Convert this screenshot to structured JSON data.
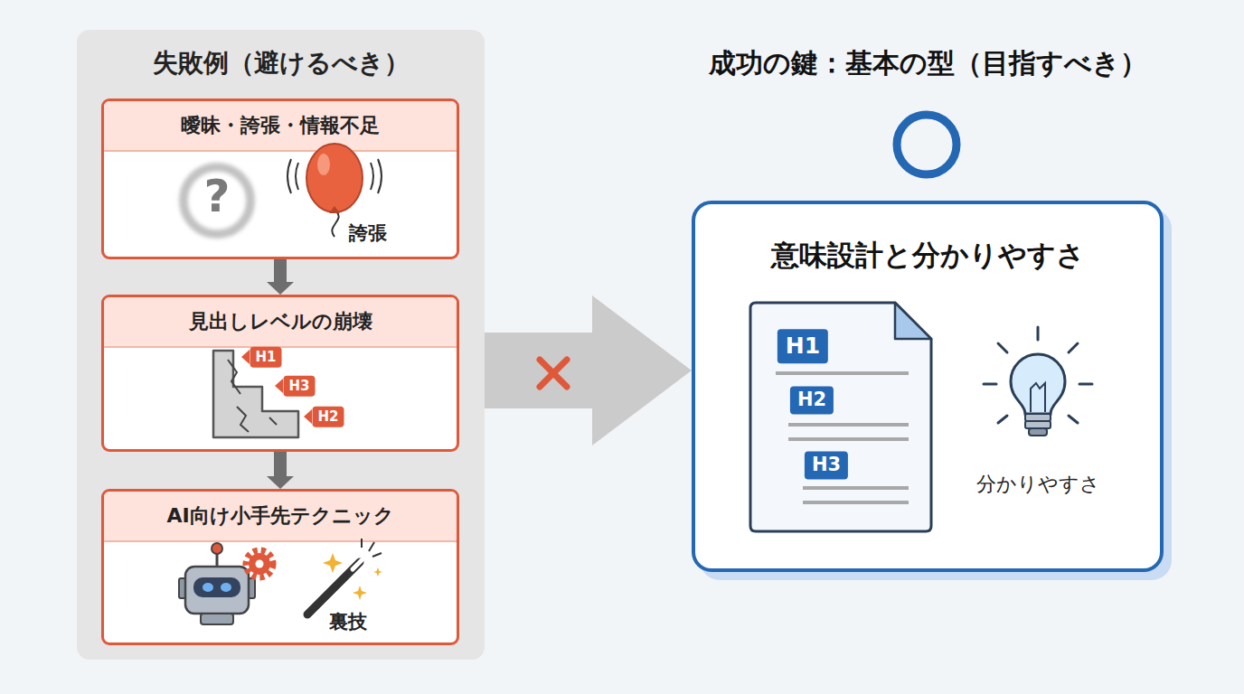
{
  "diagram": {
    "nodes": [
      {
        "text": [
          "失敗例（避けるべき）"
        ]
      },
      {
        "text": [
          "曖昧・誇張・情報不足"
        ],
        "in": 0
      },
      {
        "text": [
          "見出しレベルの崩壊"
        ],
        "in": 0
      },
      {
        "text": [
          "AI向け小手先テクニック"
        ],
        "in": 0
      },
      {
        "text": [
          "成功の鍵：基本の型（目指すべき）",
          "意味設計と分かりやすさ"
        ]
      }
    ],
    "edges": [
      {
        "from": 1,
        "to": 2,
        "arrow": "to"
      },
      {
        "from": 2,
        "to": 3,
        "arrow": "to"
      },
      {
        "from": 0,
        "to": 4,
        "arrow": "to"
      }
    ],
    "labels": [
      "?",
      "誇張",
      "H1",
      "H3",
      "H2",
      "裏技",
      "H1",
      "H2",
      "H3",
      "分かりやすさ"
    ]
  }
}
